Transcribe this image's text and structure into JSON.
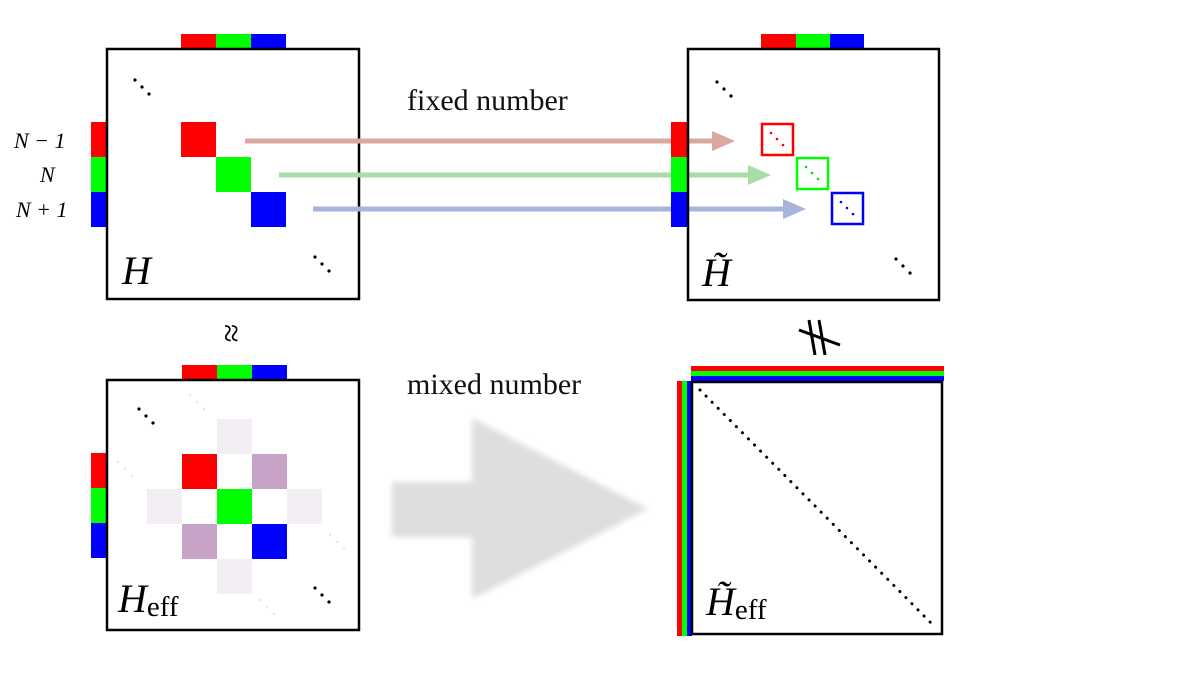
{
  "labels": {
    "fixed_number": "fixed number",
    "mixed_number": "mixed number",
    "row_n_minus_1": "N − 1",
    "row_n": "N",
    "row_n_plus_1": "N + 1",
    "h": "H",
    "h_tilde": "H̃",
    "h_eff_base": "H",
    "h_eff_sub": "eff",
    "h_tilde_eff_base": "H̃",
    "h_tilde_eff_sub": "eff",
    "approx_symbol": "≈",
    "not_equal_symbol": "≠",
    "dots": "⋱"
  },
  "colors": {
    "red": "#ff0000",
    "green": "#00ff00",
    "blue": "#0000ff",
    "faded_red_arrow": "#d9a8a0",
    "faded_green_arrow": "#a8dca8",
    "faded_blue_arrow": "#a8b4dc",
    "purple_block": "#c8a3c8",
    "light_purple_block": "#f3eef4",
    "big_arrow": "#dedede"
  }
}
